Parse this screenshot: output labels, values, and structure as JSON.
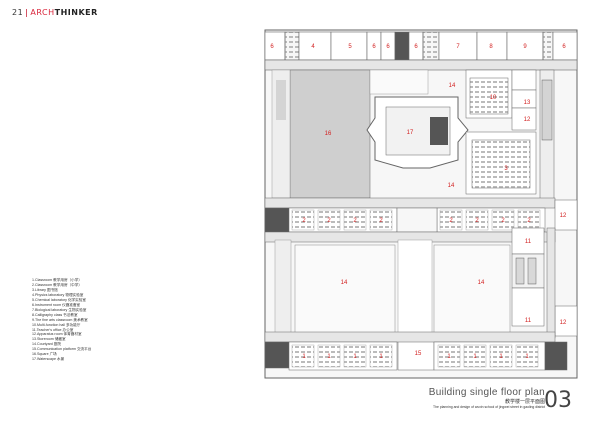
{
  "header": {
    "page_number": "21",
    "brand_part_a": "ARCH",
    "brand_part_b": "THINKER"
  },
  "legend": [
    "1.Classroom 教学用房（小学）",
    "2.Classroom 教学用房（中学）",
    "3.Library 图书馆",
    "4.Physics laboratory 物理实验室",
    "5.Chemical laboratory 化学实验室",
    "6.Instrument room 仪器准备室",
    "7.Biological laboratory 生物实验室",
    "8.Calligraphy class 书法教室",
    "9.The fine arts classroom 美术教室",
    "10.Multi-function hall 多功能厅",
    "11.Teacher's office 办公室",
    "12.Apparatus room 体育器材室",
    "13.Storeroom 储藏室",
    "14.Courtyard 庭院",
    "15.Communication platform 交流平台",
    "16.Square 广场",
    "17.Waterscape 水景"
  ],
  "rooms": {
    "r6a": "6",
    "r4": "4",
    "r5": "5",
    "r6b": "6",
    "r6c": "6",
    "r6d": "6",
    "r7": "7",
    "r8": "8",
    "r9": "9",
    "r6e": "6",
    "c14a": "14",
    "r10": "10",
    "r13": "13",
    "r12a": "12",
    "r16": "16",
    "r17": "17",
    "r3": "3",
    "c14b": "14",
    "r2a": "2",
    "r2b": "2",
    "r2c": "2",
    "r2d": "2",
    "r2e": "2",
    "r2f": "2",
    "r2g": "2",
    "r2h": "2",
    "r12b": "12",
    "r12c": "12",
    "r11a": "11",
    "c14c": "14",
    "c14d": "14",
    "r11b": "11",
    "r15": "15",
    "r1a": "1",
    "r1b": "1",
    "r1c": "1",
    "r1d": "1",
    "r1e": "1",
    "r1f": "1",
    "r1g": "1",
    "r1h": "1"
  },
  "title_block": {
    "title": "Building single floor plan",
    "subtitle": "The planning and design of wuxin school of jingwei street in gaoling district",
    "title_cn": "教学楼一层平面图",
    "sheet_number": "03"
  },
  "colors": {
    "room_number": "#d21f1f",
    "wall": "#555555",
    "corridor": "#e6e6e6",
    "square": "#cfcfcf",
    "brand_accent": "#d9253b"
  }
}
